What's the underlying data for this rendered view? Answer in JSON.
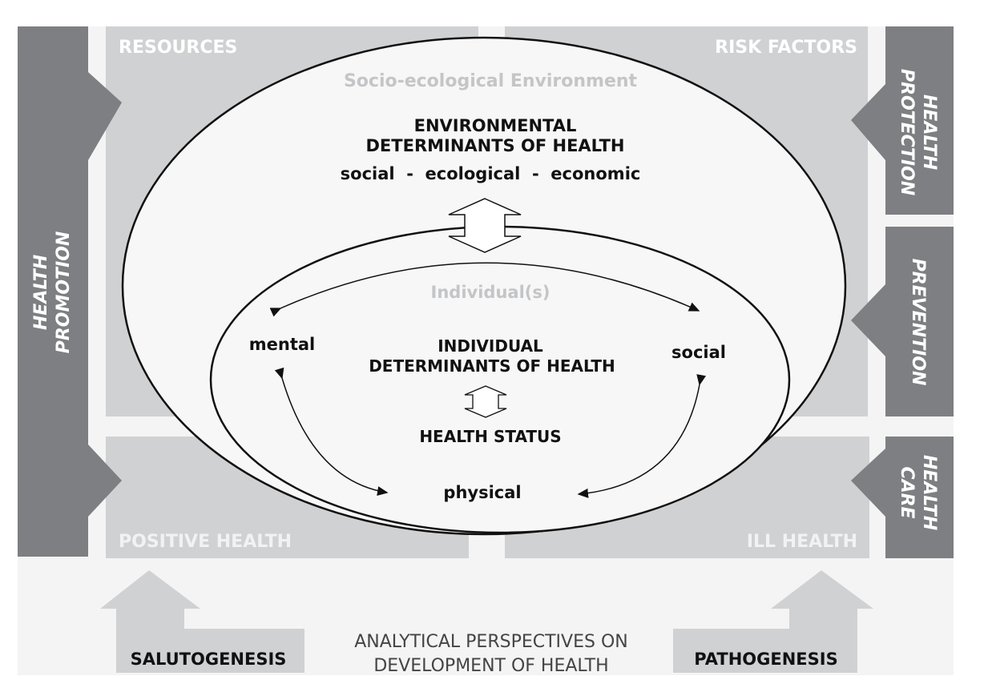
{
  "colors": {
    "dark": "#7e7f82",
    "panel": "#d0d1d3",
    "bg": "#f4f4f4",
    "ghost": "#c4c5c7"
  },
  "left_bar": {
    "line1": "HEALTH",
    "line2": "PROMOTION"
  },
  "right_bars": [
    {
      "line1": "HEALTH",
      "line2": "PROTECTION"
    },
    {
      "line1": "PREVENTION",
      "line2": ""
    },
    {
      "line1": "HEALTH",
      "line2": "CARE"
    }
  ],
  "panels": {
    "resources": "RESOURCES",
    "risk_factors": "RISK FACTORS",
    "positive_health": "POSITIVE HEALTH",
    "ill_health": "ILL HEALTH"
  },
  "outer": {
    "label": "Socio-ecological Environment",
    "title1": "ENVIRONMENTAL",
    "title2": "DETERMINANTS OF HEALTH",
    "sub": "social  -  ecological  -  economic"
  },
  "inner": {
    "label": "Individual(s)",
    "title1": "INDIVIDUAL",
    "title2": "DETERMINANTS OF HEALTH",
    "status": "HEALTH STATUS",
    "mental": "mental",
    "social": "social",
    "physical": "physical"
  },
  "bottom": {
    "left": "SALUTOGENESIS",
    "right": "PATHOGENESIS",
    "center1": "ANALYTICAL PERSPECTIVES ON",
    "center2": "DEVELOPMENT OF HEALTH"
  }
}
